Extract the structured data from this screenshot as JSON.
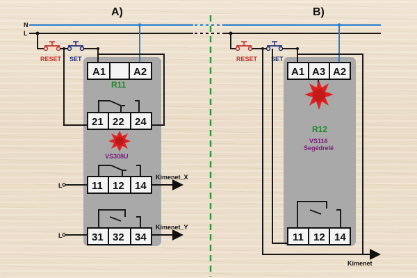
{
  "section_a": {
    "title": "A)",
    "lines": {
      "neutral": "N",
      "live": "L"
    },
    "buttons": {
      "reset": "RESET",
      "set": "SET"
    },
    "relay": {
      "id": "R11",
      "model": "VS308U"
    },
    "terminals": {
      "top": [
        "A1",
        "",
        "A2"
      ],
      "row1": [
        "21",
        "22",
        "24"
      ],
      "row2": [
        "11",
        "12",
        "14"
      ],
      "row3": [
        "31",
        "32",
        "34"
      ]
    },
    "supply_labels": [
      "L",
      "L"
    ],
    "outputs": [
      "Kimenet_X",
      "Kimenet_Y"
    ]
  },
  "section_b": {
    "title": "B)",
    "buttons": {
      "reset": "RESET",
      "set": "SET"
    },
    "relay": {
      "id": "R12",
      "model": "VS116",
      "description": "Segédrelé"
    },
    "terminals": {
      "top": [
        "A1",
        "A3",
        "A2"
      ],
      "bottom": [
        "11",
        "12",
        "14"
      ]
    },
    "output": "Kimenet"
  },
  "colors": {
    "neutral_wire": "#2a7fd0",
    "divider": "#2e9a3a",
    "reset_button": "#c0302a",
    "set_button": "#1f2f7a",
    "relay_id": "#1d8a2a",
    "relay_model": "#7a1a7a",
    "led": "#e02020",
    "module": "#a9a9a9"
  },
  "icons": [
    "reset-pushbutton-icon",
    "set-pushbutton-icon",
    "led-indicator-icon",
    "relay-contact-icon",
    "output-arrow-icon"
  ]
}
